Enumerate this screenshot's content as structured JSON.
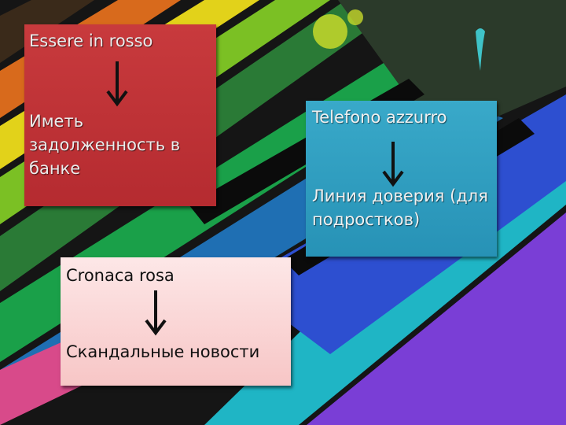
{
  "cards": {
    "red": {
      "top": "Essere in rosso",
      "bottom": "Иметь задолженность в банке",
      "color": "#b52b30"
    },
    "blue": {
      "top": "Telefono azzurro",
      "bottom": "Линия доверия (для подростков)",
      "color": "#2792b6"
    },
    "pink": {
      "top": "Cronaca rosa",
      "bottom": "Скандальные новости",
      "color": "#f7c6c6"
    }
  },
  "arrow_icon": "arrow-down-icon",
  "background": "piano-keys-rainbow"
}
